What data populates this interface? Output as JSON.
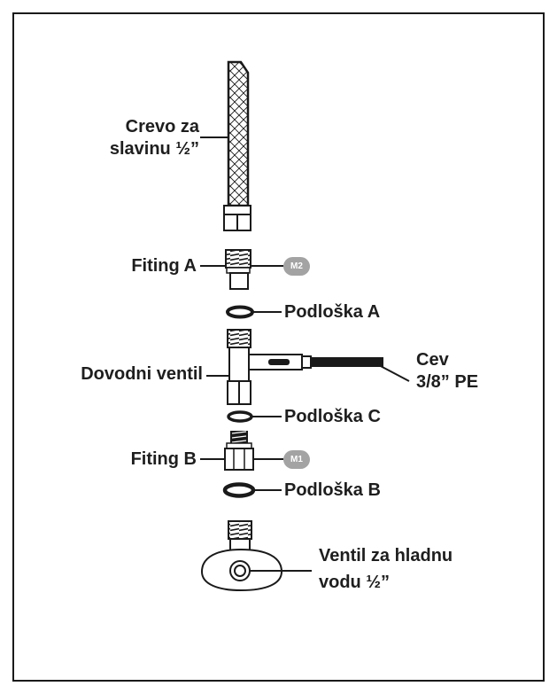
{
  "labels": {
    "hose": [
      "Crevo za",
      "slavinu ½”"
    ],
    "fitting_a": "Fiting A",
    "washer_a": "Podloška A",
    "supply_valve": "Dovodni ventil",
    "pe_tube": [
      "Cev",
      "3/8” PE"
    ],
    "washer_c": "Podloška C",
    "fitting_b": "Fiting B",
    "washer_b": "Podloška B",
    "cold_valve": [
      "Ventil za hladnu",
      "vodu ½”"
    ]
  },
  "badges": {
    "fitting_a": "M2",
    "fitting_b": "M1"
  },
  "colors": {
    "line": "#1a1a1a",
    "badge": "#a3a3a3",
    "text": "#1e1e1e"
  }
}
